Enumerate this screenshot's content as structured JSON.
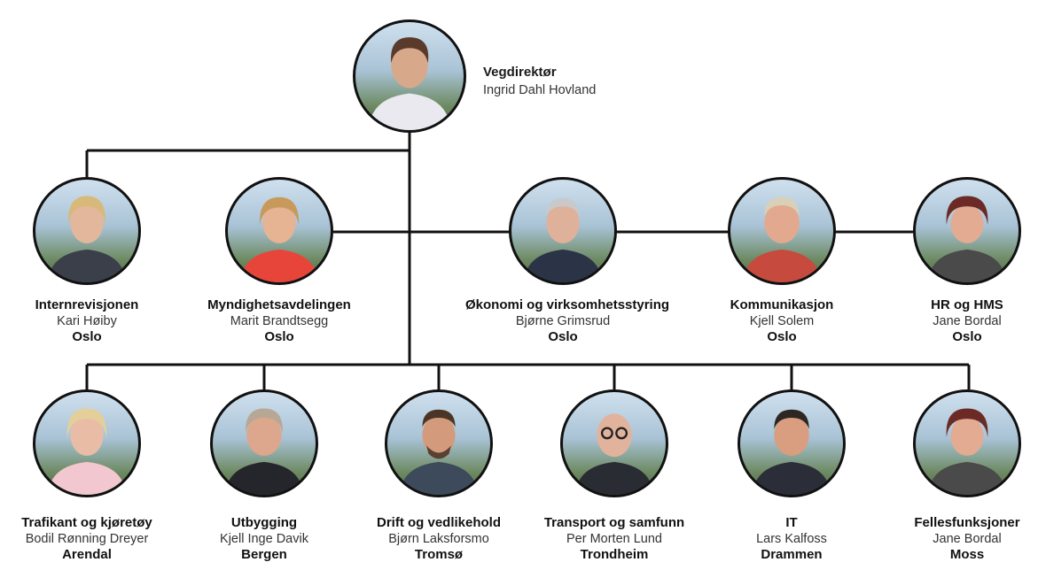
{
  "director": {
    "unit": "Vegdirektør",
    "name": "Ingrid Dahl Hovland",
    "photo": "portrait-photo"
  },
  "staff": [
    {
      "unit": "Internrevisjonen",
      "name": "Kari Høiby",
      "city": "Oslo",
      "photo": "portrait-photo"
    },
    {
      "unit": "Myndighetsavdelingen",
      "name": "Marit Brandtsegg",
      "city": "Oslo",
      "photo": "portrait-photo"
    },
    {
      "unit": "Økonomi og virksomhetsstyring",
      "name": "Bjørne Grimsrud",
      "city": "Oslo",
      "photo": "portrait-photo"
    },
    {
      "unit": "Kommunikasjon",
      "name": "Kjell Solem",
      "city": "Oslo",
      "photo": "portrait-photo"
    },
    {
      "unit": "HR og HMS",
      "name": "Jane Bordal",
      "city": "Oslo",
      "photo": "portrait-photo"
    }
  ],
  "divisions": [
    {
      "unit": "Trafikant og kjøretøy",
      "name": "Bodil Rønning Dreyer",
      "city": "Arendal",
      "photo": "portrait-photo"
    },
    {
      "unit": "Utbygging",
      "name": "Kjell Inge Davik",
      "city": "Bergen",
      "photo": "portrait-photo"
    },
    {
      "unit": "Drift og vedlikehold",
      "name": "Bjørn Laksforsmo",
      "city": "Tromsø",
      "photo": "portrait-photo"
    },
    {
      "unit": "Transport og samfunn",
      "name": "Per Morten Lund",
      "city": "Trondheim",
      "photo": "portrait-photo"
    },
    {
      "unit": "IT",
      "name": "Lars Kalfoss",
      "city": "Drammen",
      "photo": "portrait-photo"
    },
    {
      "unit": "Fellesfunksjoner",
      "name": "Jane Bordal",
      "city": "Moss",
      "photo": "portrait-photo"
    }
  ],
  "colors": {
    "line": "#111111",
    "text": "#1a1a1a"
  }
}
